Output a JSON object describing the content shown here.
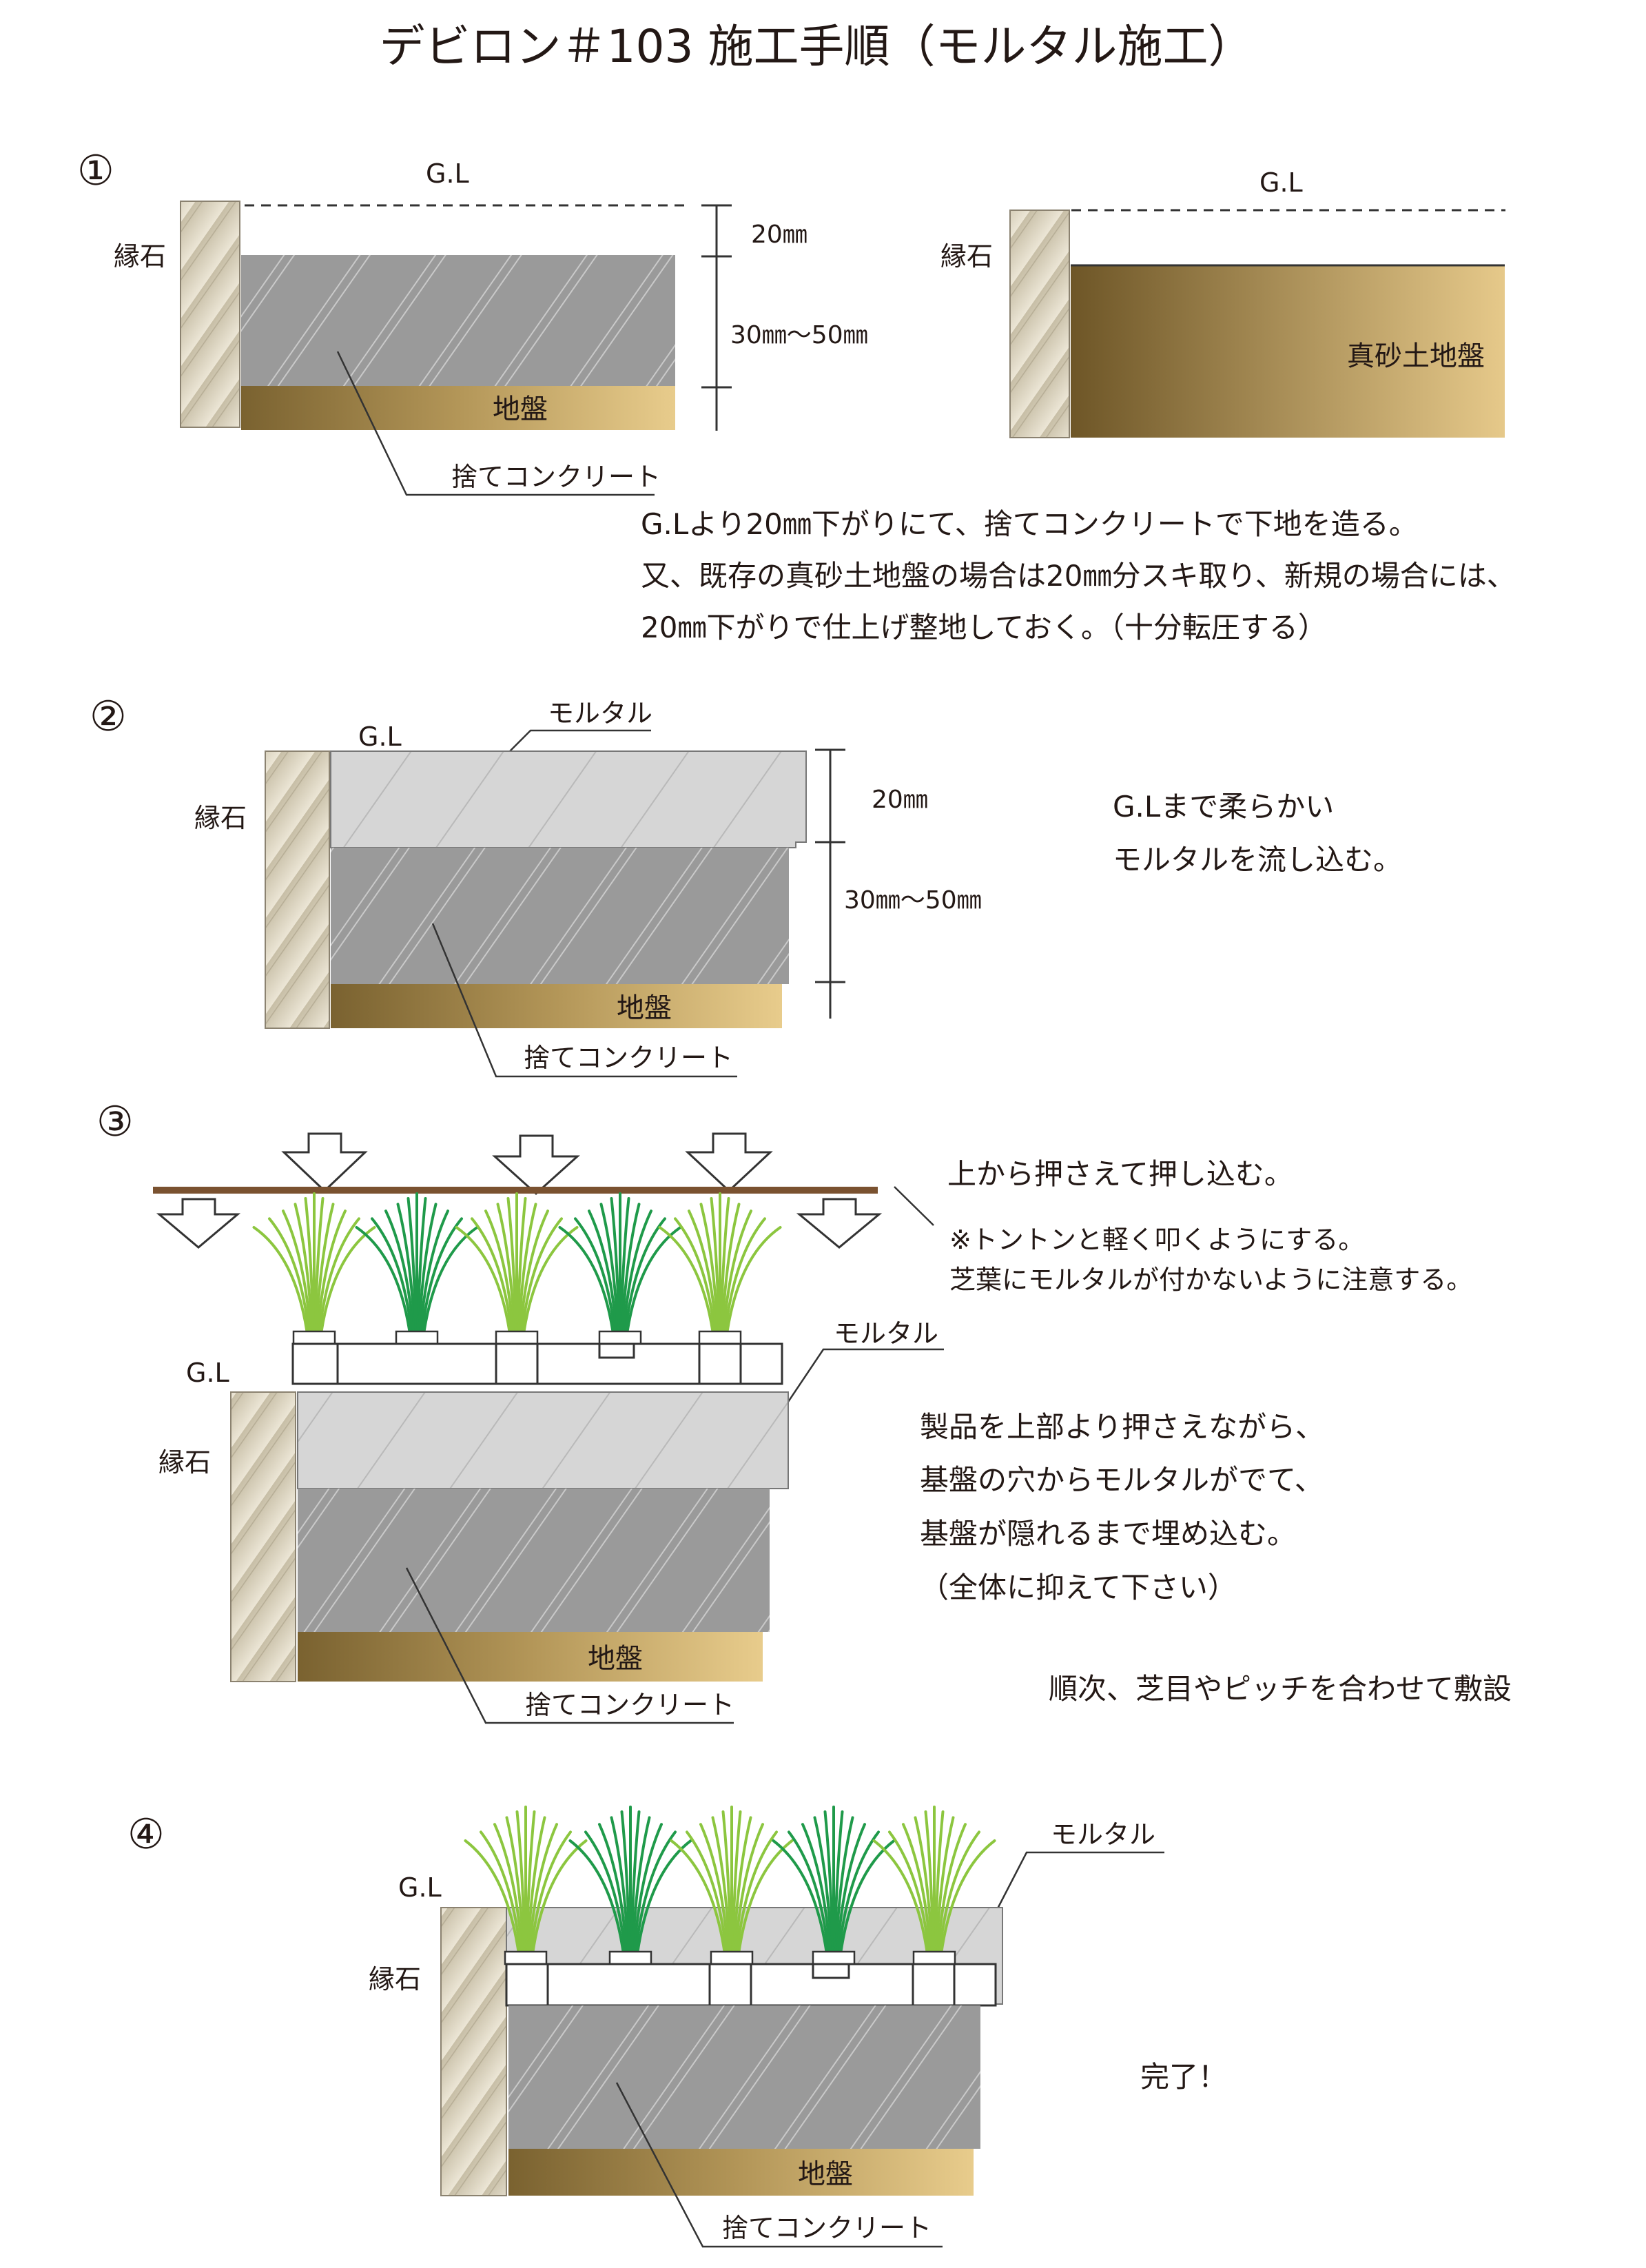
{
  "title": "デビロン＃103 施工手順（モルタル施工）",
  "steps": [
    {
      "num": "①",
      "gl": "G.L",
      "curb": "縁石",
      "dim_top": "20㎜",
      "dim_bottom": "30㎜～50㎜",
      "ground": "地盤",
      "concrete": "捨てコンクリート",
      "alt_gl": "G.L",
      "alt_curb": "縁石",
      "alt_ground": "真砂土地盤",
      "text": [
        "G.Lより20㎜下がりにて、捨てコンクリートで下地を造る。",
        "又、既存の真砂土地盤の場合は20㎜分スキ取り、新規の場合には、",
        "20㎜下がりで仕上げ整地しておく。（十分転圧する）"
      ]
    },
    {
      "num": "②",
      "gl": "G.L",
      "mortar": "モルタル",
      "curb": "縁石",
      "dim_top": "20㎜",
      "dim_bottom": "30㎜～50㎜",
      "ground": "地盤",
      "concrete": "捨てコンクリート",
      "text": [
        "G.Lまで柔らかい",
        "モルタルを流し込む。"
      ]
    },
    {
      "num": "③",
      "press": "上から押さえて押し込む。",
      "note": [
        "※トントンと軽く叩くようにする。",
        "芝葉にモルタルが付かないように注意する。"
      ],
      "mortar": "モルタル",
      "gl": "G.L",
      "curb": "縁石",
      "ground": "地盤",
      "concrete": "捨てコンクリート",
      "text": [
        "製品を上部より押さえながら、",
        "基盤の穴からモルタルがでて、",
        "基盤が隠れるまで埋め込む。",
        "（全体に抑えて下さい）"
      ],
      "sequence": "順次、芝目やピッチを合わせて敷設"
    },
    {
      "num": "④",
      "mortar": "モルタル",
      "gl": "G.L",
      "curb": "縁石",
      "ground": "地盤",
      "concrete": "捨てコンクリート",
      "done": "完了！"
    }
  ],
  "colors": {
    "concrete": "#9a9a9a",
    "mortar": "#d4d4d4",
    "soil_dark": "#7a6230",
    "soil_light": "#e6c98a",
    "curb": "#d9d2bf",
    "grass_light": "#8cc63f",
    "grass_dark": "#1f9a4a",
    "board": "#7a5230"
  }
}
